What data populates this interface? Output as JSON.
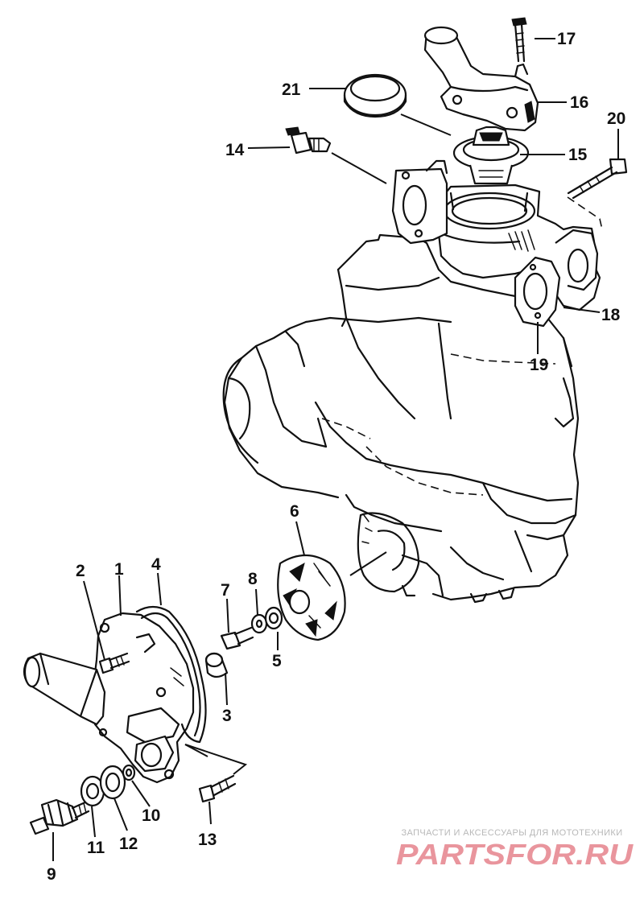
{
  "callouts": {
    "p1": "1",
    "p2": "2",
    "p3": "3",
    "p4": "4",
    "p5": "5",
    "p6": "6",
    "p7": "7",
    "p8": "8",
    "p9": "9",
    "p10": "10",
    "p11": "11",
    "p12": "12",
    "p13": "13",
    "p14": "14",
    "p15": "15",
    "p16": "16",
    "p17": "17",
    "p18": "18",
    "p19": "19",
    "p20": "20",
    "p21": "21"
  },
  "watermark": {
    "caption": "ЗАПЧАСТИ И АКСЕССУАРЫ ДЛЯ МОТОТЕХНИКИ",
    "logo_text": "PARTSFOR.RU",
    "color": "#e9959d"
  },
  "colors": {
    "ink": "#111111",
    "background": "#ffffff",
    "watermark_caption": "#b8b8b8"
  }
}
